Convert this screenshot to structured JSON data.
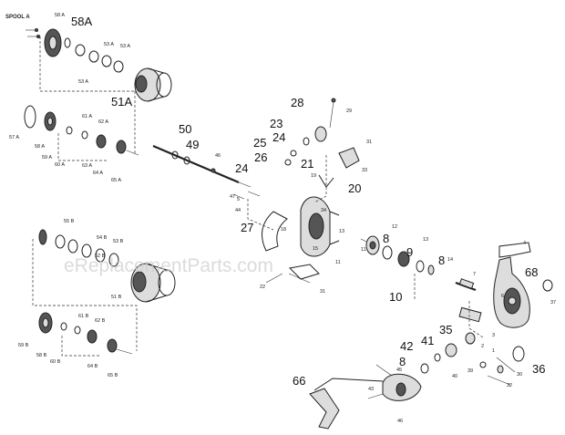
{
  "spool_a": {
    "title": "SPOOL A",
    "labels": [
      "58A",
      "51A",
      "58 A",
      "53 A",
      "53 A",
      "53 A",
      "57 A",
      "58 A",
      "59 A",
      "60 A",
      "61 A",
      "62 A",
      "63 A",
      "64 A",
      "65 A"
    ]
  },
  "spool_b": {
    "labels": [
      "55 B",
      "54 B",
      "53 B",
      "52 B",
      "51 B",
      "59 B",
      "58 B",
      "60 B",
      "61 B",
      "62 B",
      "64 B",
      "65 B"
    ]
  },
  "main_labels": {
    "big": [
      "50",
      "49",
      "28",
      "23",
      "25",
      "24",
      "26",
      "24",
      "21",
      "20",
      "27",
      "8",
      "9",
      "8",
      "10",
      "68",
      "35",
      "41",
      "42",
      "8",
      "36",
      "66"
    ],
    "small": [
      "46",
      "47",
      "44",
      "5",
      "29",
      "31",
      "33",
      "19",
      "18",
      "15",
      "31",
      "22",
      "34",
      "13",
      "11",
      "12",
      "13",
      "14",
      "7",
      "6",
      "4",
      "3",
      "37",
      "2",
      "1",
      "40",
      "39",
      "32",
      "30",
      "43",
      "45",
      "46",
      "11"
    ]
  },
  "watermark": "eReplacementParts.com"
}
